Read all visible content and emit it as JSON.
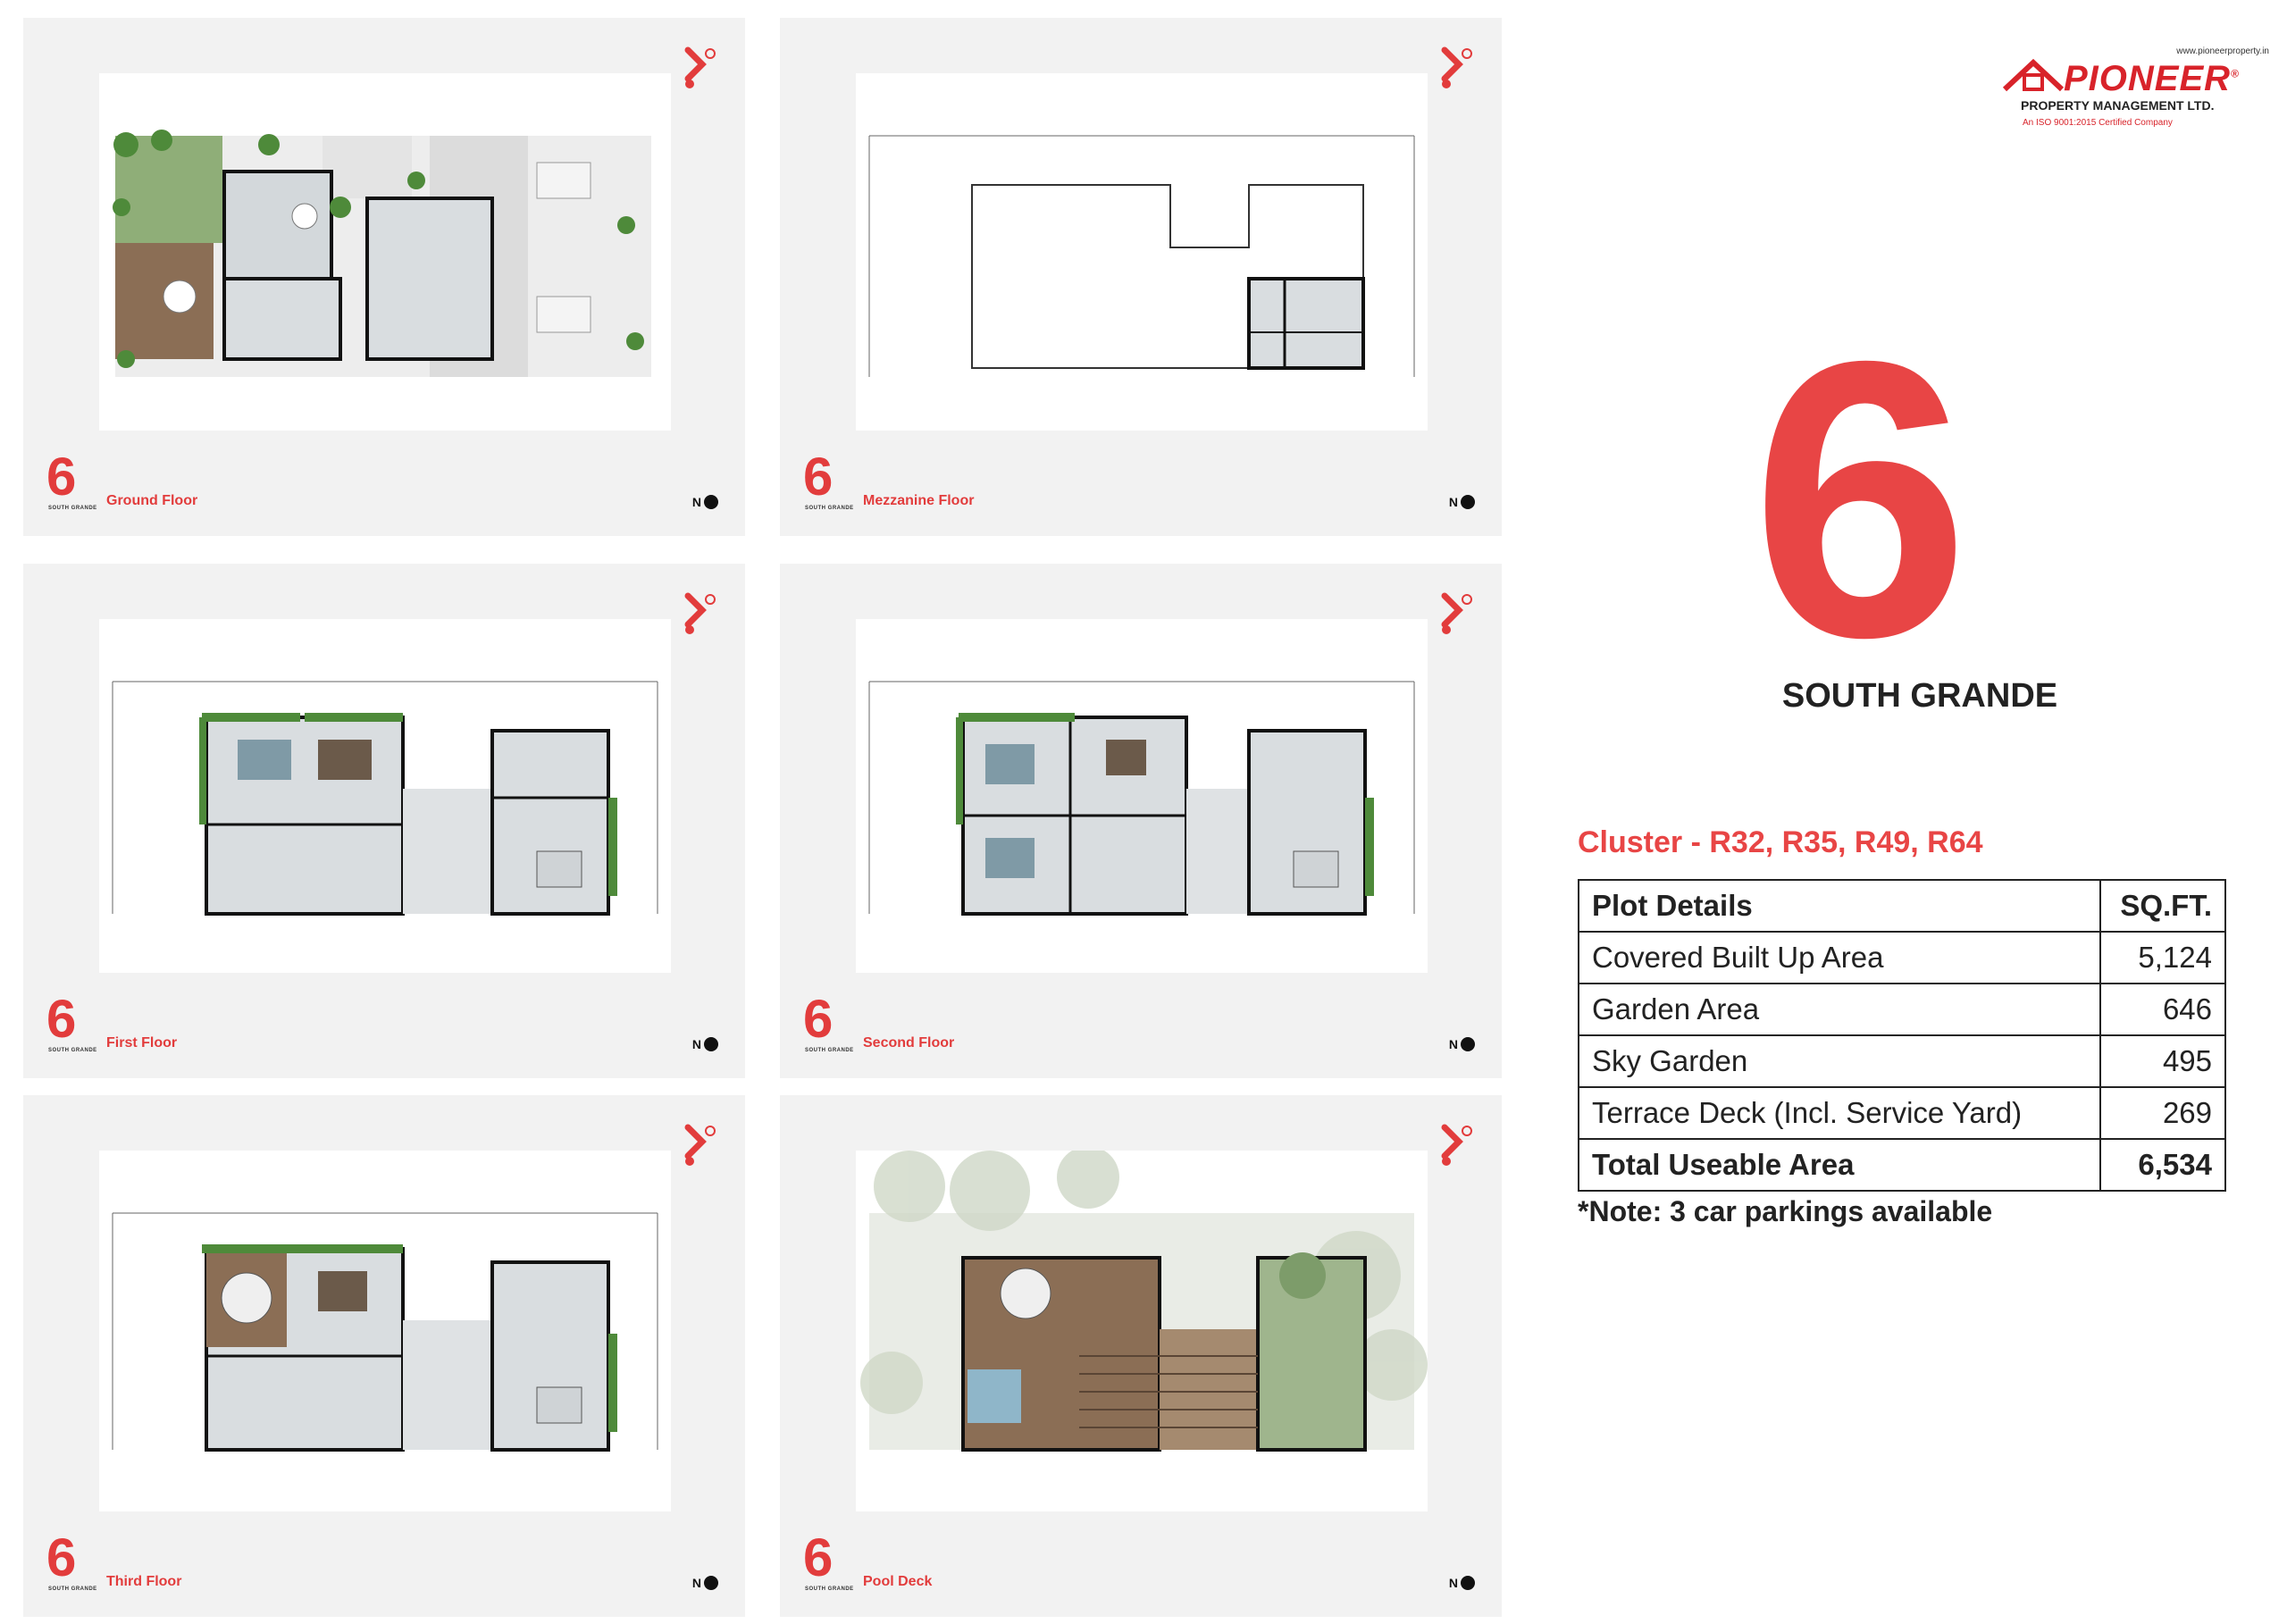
{
  "brand": {
    "url": "www.pioneerproperty.in",
    "name": "PIONEER",
    "registered_mark": "®",
    "subtitle": "PROPERTY MANAGEMENT LTD.",
    "certification": "An ISO 9001:2015 Certified Company"
  },
  "project": {
    "number": "6",
    "name": "SOUTH GRANDE",
    "cluster": "Cluster - R32, R35, R49, R64"
  },
  "table": {
    "header": [
      "Plot Details",
      "SQ.FT."
    ],
    "rows": [
      {
        "label": "Covered Built Up Area",
        "value": "5,124"
      },
      {
        "label": "Garden Area",
        "value": "646"
      },
      {
        "label": "Sky Garden",
        "value": "495"
      },
      {
        "label": "Terrace Deck (Incl. Service Yard)",
        "value": "269"
      }
    ],
    "total": {
      "label": "Total Useable Area",
      "value": "6,534"
    }
  },
  "note": "*Note: 3 car parkings available",
  "cards": [
    {
      "floor": "Ground Floor",
      "number": "6",
      "sub": "SOUTH GRANDE",
      "north": "N"
    },
    {
      "floor": "Mezzanine Floor",
      "number": "6",
      "sub": "SOUTH GRANDE",
      "north": "N"
    },
    {
      "floor": "First Floor",
      "number": "6",
      "sub": "SOUTH GRANDE",
      "north": "N"
    },
    {
      "floor": "Second Floor",
      "number": "6",
      "sub": "SOUTH GRANDE",
      "north": "N"
    },
    {
      "floor": "Third Floor",
      "number": "6",
      "sub": "SOUTH GRANDE",
      "north": "N"
    },
    {
      "floor": "Pool Deck",
      "number": "6",
      "sub": "SOUTH GRANDE",
      "north": "N"
    }
  ],
  "colors": {
    "accent": "#e84545",
    "brand_red": "#d8232a",
    "card_bg": "#f2f2f2",
    "plan_green": "#4e8a3a",
    "plan_floor": "#d9dde0"
  }
}
